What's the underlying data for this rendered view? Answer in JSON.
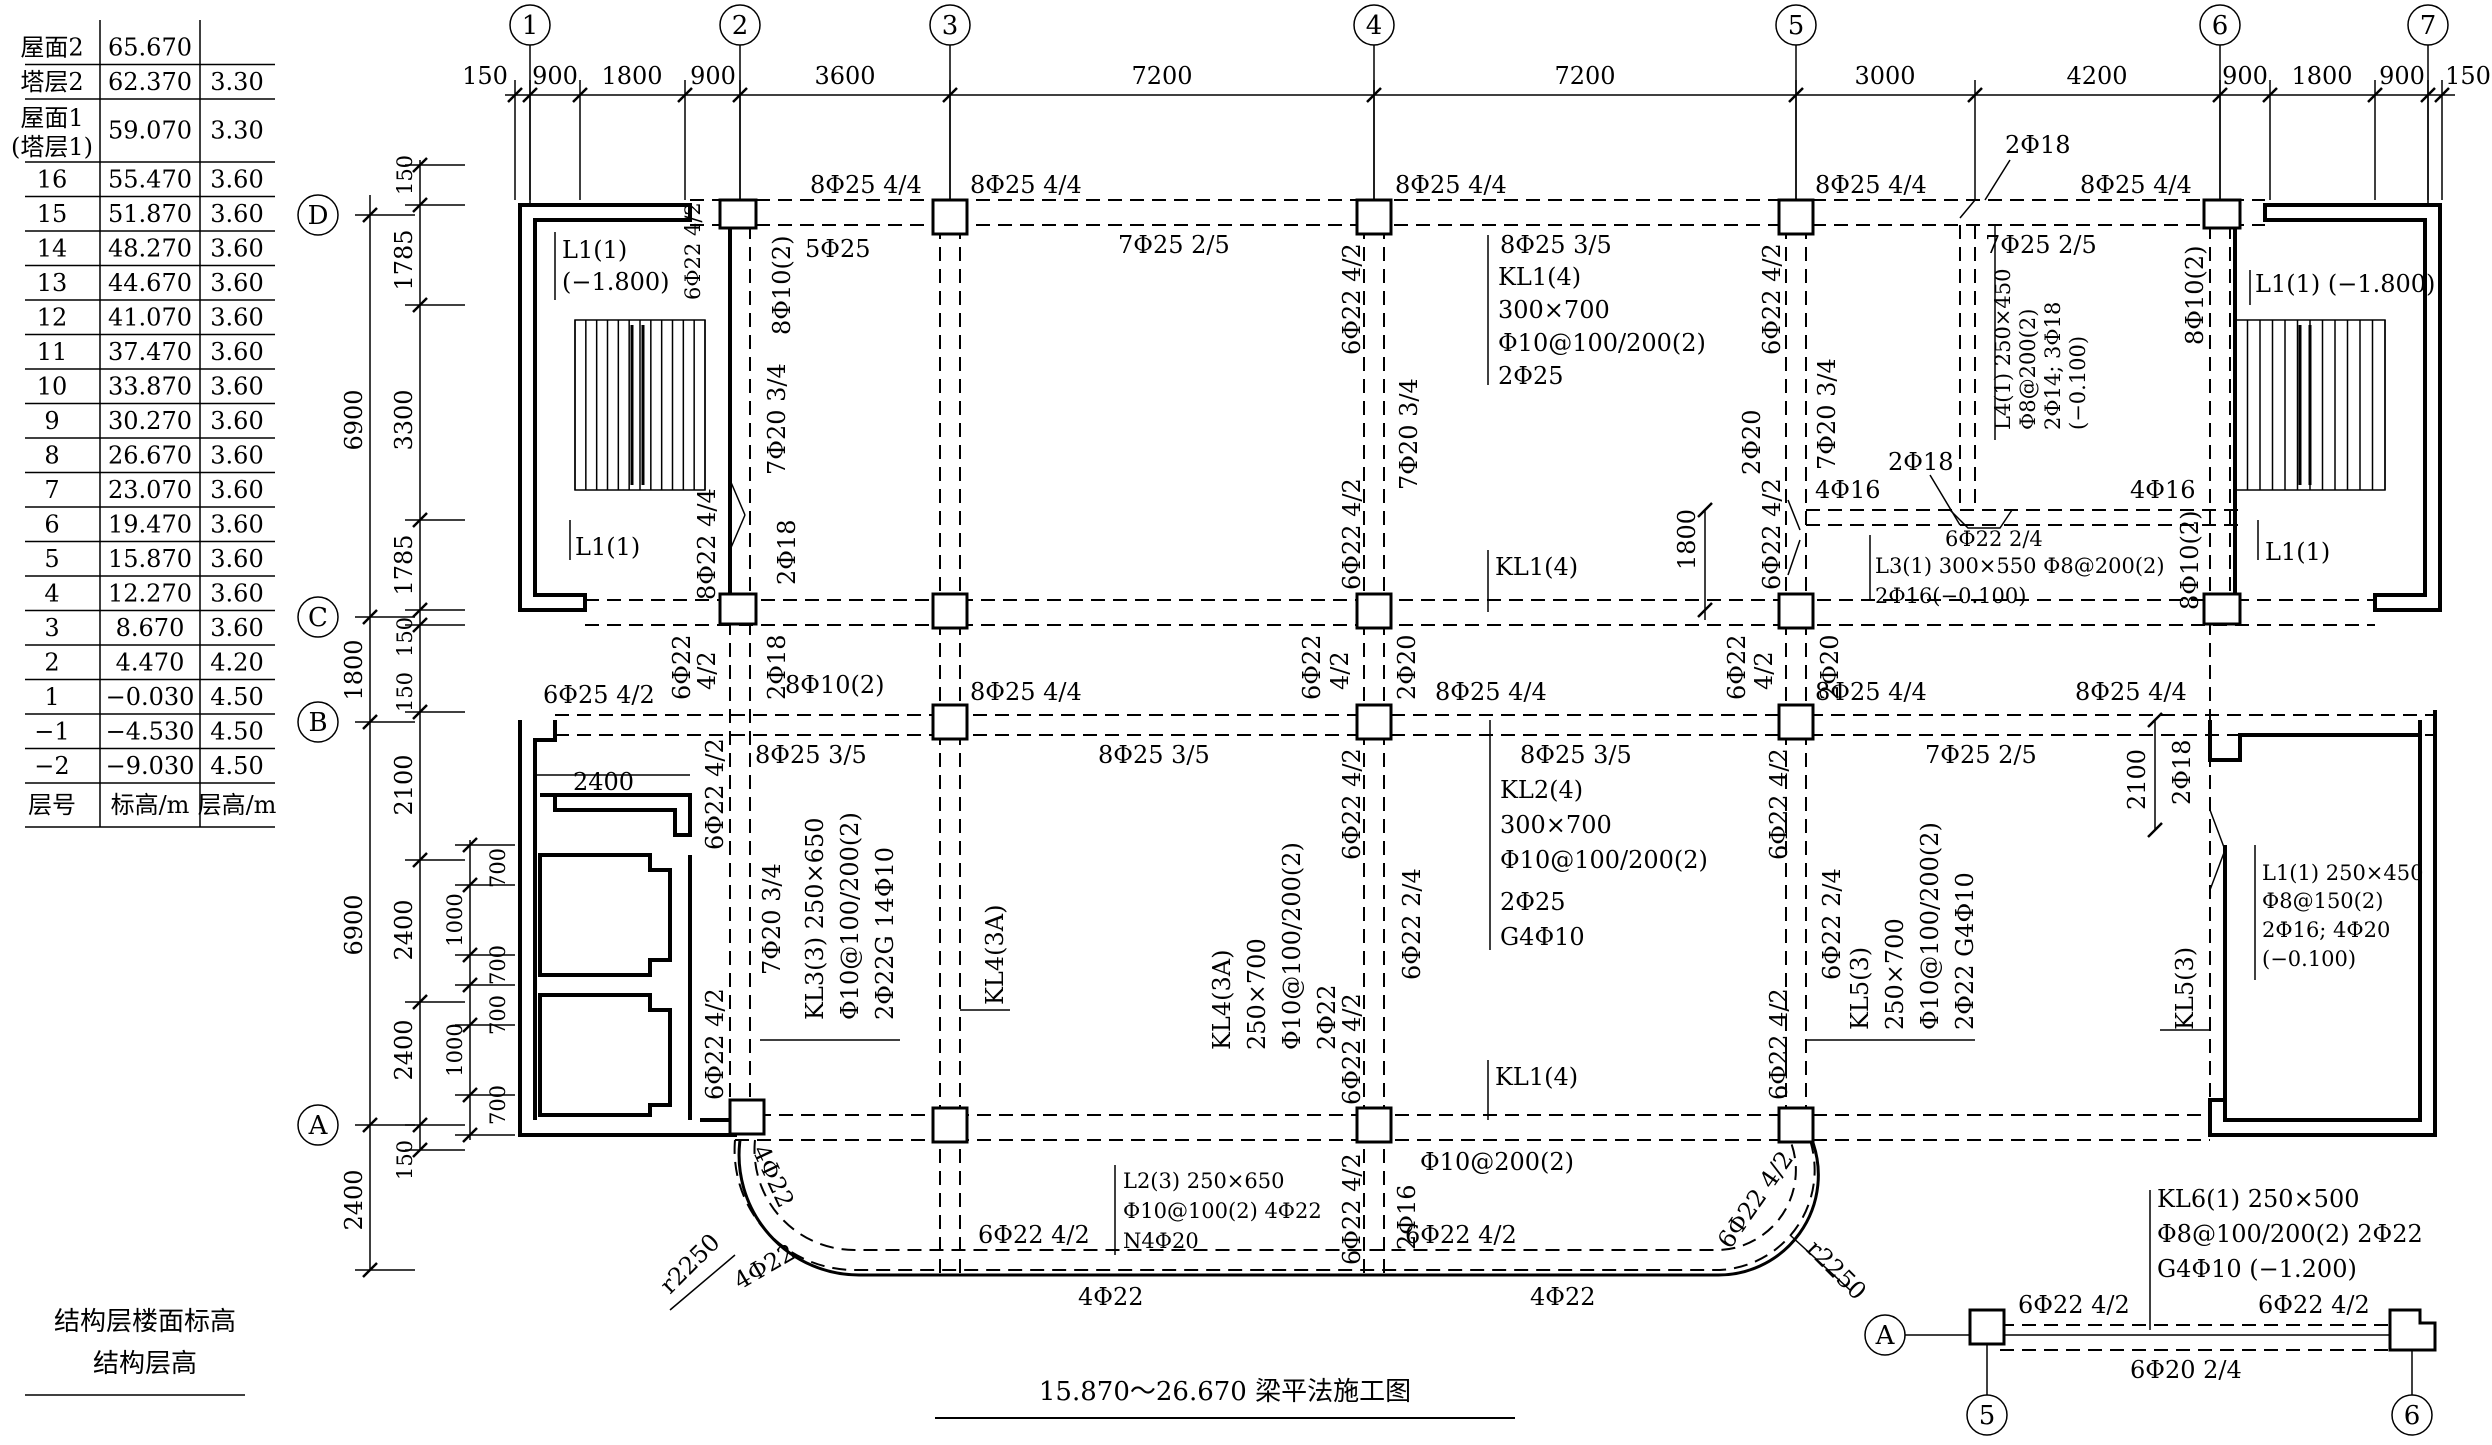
{
  "level_table": {
    "header": {
      "floor": "层号",
      "elev": "标高/m",
      "height": "层高/m"
    },
    "rows": [
      {
        "floor": "屋面2",
        "elev": "65.670",
        "height": ""
      },
      {
        "floor": "塔层2",
        "elev": "62.370",
        "height": "3.30"
      },
      {
        "floor": "屋面1",
        "floor2": "(塔层1)",
        "elev": "59.070",
        "height": "3.30"
      },
      {
        "floor": "16",
        "elev": "55.470",
        "height": "3.60"
      },
      {
        "floor": "15",
        "elev": "51.870",
        "height": "3.60"
      },
      {
        "floor": "14",
        "elev": "48.270",
        "height": "3.60"
      },
      {
        "floor": "13",
        "elev": "44.670",
        "height": "3.60"
      },
      {
        "floor": "12",
        "elev": "41.070",
        "height": "3.60"
      },
      {
        "floor": "11",
        "elev": "37.470",
        "height": "3.60"
      },
      {
        "floor": "10",
        "elev": "33.870",
        "height": "3.60"
      },
      {
        "floor": "9",
        "elev": "30.270",
        "height": "3.60"
      },
      {
        "floor": "8",
        "elev": "26.670",
        "height": "3.60"
      },
      {
        "floor": "7",
        "elev": "23.070",
        "height": "3.60"
      },
      {
        "floor": "6",
        "elev": "19.470",
        "height": "3.60"
      },
      {
        "floor": "5",
        "elev": "15.870",
        "height": "3.60"
      },
      {
        "floor": "4",
        "elev": "12.270",
        "height": "3.60"
      },
      {
        "floor": "3",
        "elev": "8.670",
        "height": "3.60"
      },
      {
        "floor": "2",
        "elev": "4.470",
        "height": "4.20"
      },
      {
        "floor": "1",
        "elev": "−0.030",
        "height": "4.50"
      },
      {
        "floor": "−1",
        "elev": "−4.530",
        "height": "4.50"
      },
      {
        "floor": "−2",
        "elev": "−9.030",
        "height": "4.50"
      }
    ],
    "caption_line1": "结构层楼面标高",
    "caption_line2": "结构层高"
  },
  "axes": {
    "columns": [
      "1",
      "2",
      "3",
      "4",
      "5",
      "6",
      "7"
    ],
    "rows": [
      "D",
      "C",
      "B",
      "A"
    ]
  },
  "top_dims": [
    "150",
    "900",
    "1800",
    "900",
    "3600",
    "7200",
    "7200",
    "3000",
    "4200",
    "900",
    "1800",
    "900",
    "150"
  ],
  "left_dims_outer": [
    "6900",
    "1800",
    "6900",
    "2400"
  ],
  "left_dims_mid": [
    "150",
    "1785",
    "3300",
    "1785",
    "150",
    "150",
    "2100",
    "2400",
    "2400",
    "150"
  ],
  "left_dims_inner": [
    "700",
    "1000",
    "700",
    "700",
    "1000",
    "700"
  ],
  "annotations": {
    "d_a": "8Φ25 4/4",
    "d_b": "8Φ25 4/4",
    "d_c": "8Φ25 4/4",
    "d_d": "8Φ25 4/4",
    "d_e": "8Φ25 4/4",
    "d_f": "2Φ18",
    "d_top_span3": "7Φ25 2/5",
    "d_top_span5": "7Φ25 2/5",
    "kl1_line1": "8Φ25 3/5",
    "kl1_line2": "KL1(4)",
    "kl1_line3": "300×700",
    "kl1_line4": "Φ10@100/200(2)",
    "kl1_line5": "2Φ25",
    "l1_left_a": "L1(1)",
    "l1_left_b": "(−1.800)",
    "l1_left_c": "L1(1)",
    "l1_right_a": "L1(1) (−1.800)",
    "l1_right_c": "L1(1)",
    "n_5d25": "5Φ25",
    "n_6d22_42": "6Φ22 4/2",
    "n_8d10_2": "8Φ10(2)",
    "n_8d10_2b": "8Φ10(2)",
    "n_8d10_2c": "8Φ10(2)",
    "n_7d20_34": "7Φ20 3/4",
    "n_7d20_34b": "7Φ20 3/4",
    "n_7d20_34c": "7Φ20 3/4",
    "n_7d20_34d": "7Φ20 3/4",
    "n_8d22_44": "8Φ22 4/4",
    "n_2d18": "2Φ18",
    "n_2d18b": "2Φ18",
    "n_2d18c": "2Φ18",
    "n_2d20": "2Φ20",
    "n_2d20b": "2Φ20",
    "n_2d20c": "2Φ20",
    "n_4d16": "4Φ16",
    "n_4d16b": "4Φ16",
    "n_2d18_mid": "2Φ18",
    "n_6d22_24": "6Φ22 2/4",
    "l3_1": "L3(1) 300×550 Φ8@200(2)",
    "l3_2": "2Φ16(−0.100)",
    "l4_1": "L4(1) 250×450",
    "l4_2": "Φ8@200(2)",
    "l4_3": "2Φ14; 3Φ18",
    "l4_4": "(−0.100)",
    "kl1_mark": "KL1(4)",
    "kl1_mark_bottom": "KL1(4)",
    "n_1800": "1800",
    "b_6d25_42": "6Φ25 4/2",
    "b_8d10_2": "8Φ10(2)",
    "b_8d25_44a": "8Φ25 4/4",
    "b_8d25_44b": "8Φ25 4/4",
    "b_8d25_44c": "8Φ25 4/4",
    "b_8d25_44d": "8Φ25 4/4",
    "b_8d25_35a": "8Φ25 3/5",
    "b_8d25_35b": "8Φ25 3/5",
    "b_7d25_25": "7Φ25 2/5",
    "kl2_1": "8Φ25 3/5",
    "kl2_2": "KL2(4)",
    "kl2_3": "300×700",
    "kl2_4": "Φ10@100/200(2)",
    "kl2_5": "2Φ25",
    "kl2_6": "G4Φ10",
    "kl3_1": "KL3(3) 250×650",
    "kl3_2": "Φ10@100/200(2)",
    "kl3_3": "2Φ22G 14Φ10",
    "kl4_a": "KL4(3A)",
    "kl4_1": "KL4(3A)",
    "kl4_2": "250×700",
    "kl4_3": "Φ10@100/200(2)",
    "kl4_4": "2Φ22",
    "kl5_1": "KL5(3)",
    "kl5_2": "250×700",
    "kl5_3": "Φ10@100/200(2)",
    "kl5_4": "2Φ22 G4Φ10",
    "kl5_b": "KL5(3)",
    "l1r_1": "L1(1) 250×450",
    "l1r_2": "Φ8@150(2)",
    "l1r_3": "2Φ16; 4Φ20",
    "l1r_4": "(−0.100)",
    "n_2100": "2100",
    "n_2400": "2400",
    "c_6d22_42a": "6Φ22 4/2",
    "c_6d22_42b": "6Φ22 4/2",
    "c_6d22_42c": "6Φ22 4/2",
    "c_6d22_42d": "6Φ22 4/2",
    "c_6d22_42e": "6Φ22 4/2",
    "c_6d22_42f": "6Φ22 4/2",
    "c_6d22_24a": "6Φ22 2/4",
    "c_6d22_24b": "6Φ22 2/4",
    "c_6d22_42g": "6Φ22 4/2",
    "c_6d22_42h": "6Φ22 4/2",
    "c_6d22_42i": "6Φ22 4/2",
    "c_6d22_42j": "6Φ22 4/2",
    "c_6d22_42k": "6Φ22 4/2",
    "c_6d22_42l": "6Φ22 4/2",
    "c_6d22_42m": "6Φ22 4/2",
    "c_6d22_42n": "6Φ22 4/2",
    "c_6d22_42o": "6Φ22 4/2",
    "c_6d22": "6Φ22",
    "c_42": "4/2",
    "c_6d22b": "6Φ22",
    "c_42b": "4/2",
    "c_6d22c": "6Φ22",
    "c_42c": "4/2",
    "c_6d22d": "6Φ22",
    "c_42d": "4/2",
    "c_2d18": "2Φ18",
    "c_2d20": "2Φ20",
    "c_2d20b": "2Φ20",
    "c_8d10": "8Φ10(2)",
    "arc_4d22a": "4Φ22",
    "arc_4d22b": "4Φ22",
    "arc_4d22c": "4Φ22",
    "arc_4d22d": "4Φ22",
    "arc_r_left": "r2250",
    "arc_r_right": "r2250",
    "arc_6d22_42a": "6Φ22 4/2",
    "arc_6d22_42b": "6Φ22 4/2",
    "arc_6d22_42c": "6Φ22 4/2",
    "arc_6d22_42d": "6Φ22 4/2",
    "arc_6d22_42e": "6Φ22 4/2",
    "arc_2d16": "2Φ16",
    "arc_d10_200": "Φ10@200(2)",
    "l2_1": "L2(3) 250×650",
    "l2_2": "Φ10@100(2) 4Φ22",
    "l2_3": "N4Φ20",
    "kl6_1": "KL6(1) 250×500",
    "kl6_2": "Φ8@100/200(2) 2Φ22",
    "kl6_3": "G4Φ10 (−1.200)",
    "kl6_l": "6Φ22 4/2",
    "kl6_r": "6Φ22 4/2",
    "kl6_b": "6Φ20 2/4",
    "kl6_axis_a": "A",
    "kl6_axis_5": "5",
    "kl6_axis_6": "6",
    "title": "15.870～26.670 梁平法施工图"
  }
}
